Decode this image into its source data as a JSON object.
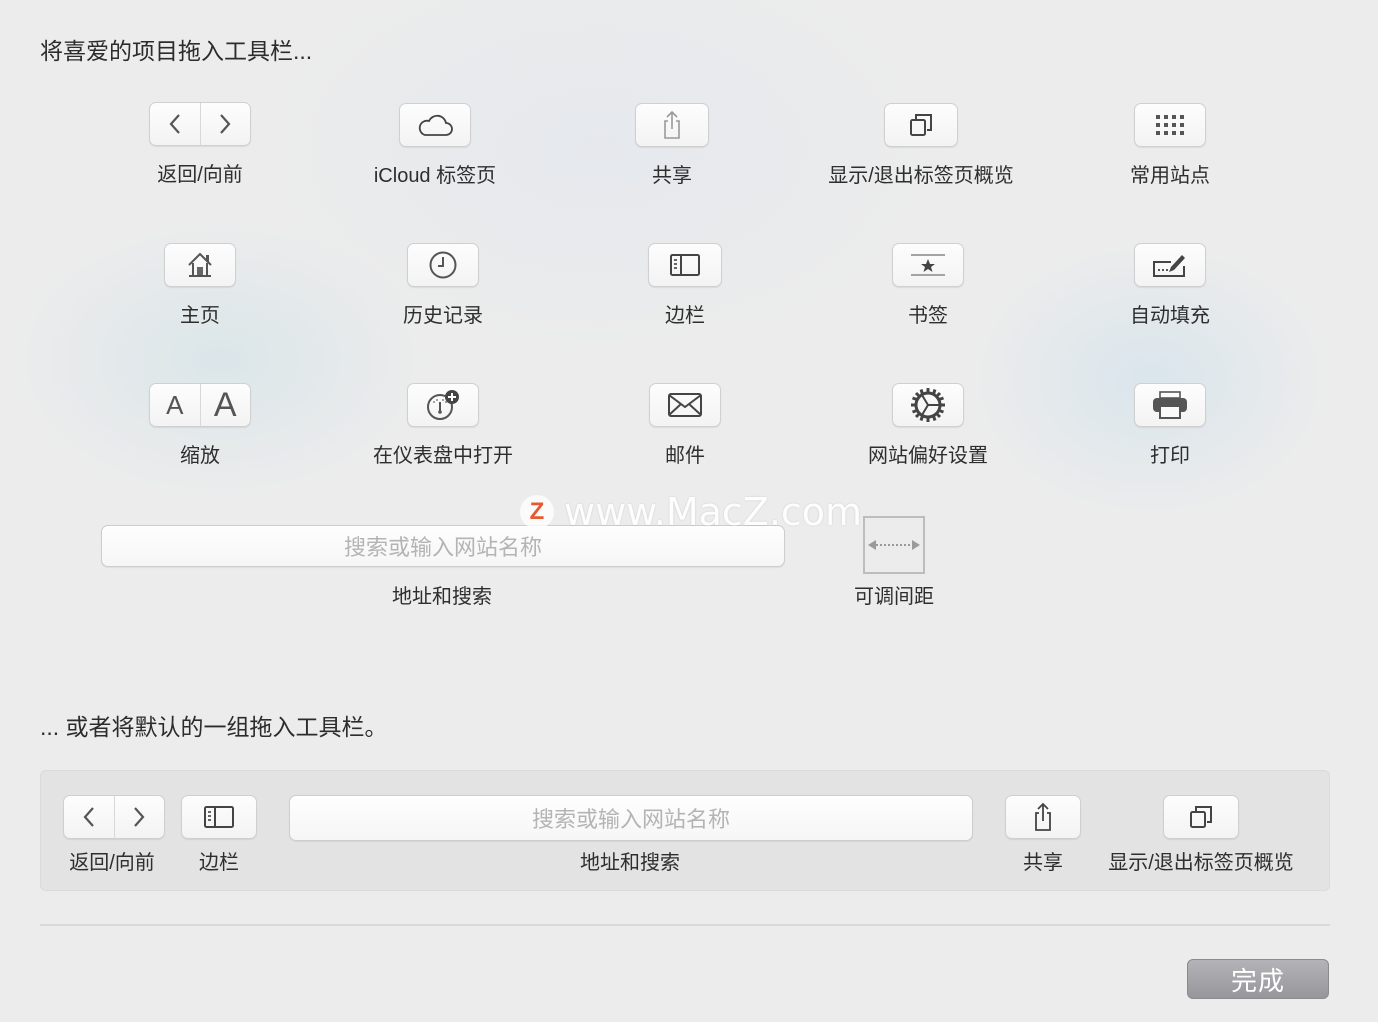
{
  "headings": {
    "drag_favorites": "将喜爱的项目拖入工具栏...",
    "drag_default": "... 或者将默认的一组拖入工具栏。"
  },
  "items": [
    {
      "label": "返回/向前",
      "icon": "back-forward-icon"
    },
    {
      "label": "iCloud 标签页",
      "icon": "cloud-icon"
    },
    {
      "label": "共享",
      "icon": "share-icon"
    },
    {
      "label": "显示/退出标签页概览",
      "icon": "tab-overview-icon"
    },
    {
      "label": "常用站点",
      "icon": "grid-icon"
    },
    {
      "label": "主页",
      "icon": "home-icon"
    },
    {
      "label": "历史记录",
      "icon": "clock-icon"
    },
    {
      "label": "边栏",
      "icon": "sidebar-icon"
    },
    {
      "label": "书签",
      "icon": "bookmark-star-icon"
    },
    {
      "label": "自动填充",
      "icon": "autofill-pencil-icon"
    },
    {
      "label": "缩放",
      "icon": "zoom-text-icon",
      "small": "A",
      "large": "A"
    },
    {
      "label": "在仪表盘中打开",
      "icon": "dashboard-add-icon"
    },
    {
      "label": "邮件",
      "icon": "mail-icon"
    },
    {
      "label": "网站偏好设置",
      "icon": "gear-icon"
    },
    {
      "label": "打印",
      "icon": "printer-icon"
    }
  ],
  "address": {
    "placeholder": "搜索或输入网站名称",
    "label": "地址和搜索"
  },
  "flexible_space": {
    "label": "可调间距"
  },
  "default_set": {
    "back_forward": "返回/向前",
    "sidebar": "边栏",
    "address_placeholder": "搜索或输入网站名称",
    "address_label": "地址和搜索",
    "share": "共享",
    "tab_overview": "显示/退出标签页概览"
  },
  "watermark": {
    "logo": "Z",
    "text": "www.MacZ.com"
  },
  "done_button": "完成"
}
